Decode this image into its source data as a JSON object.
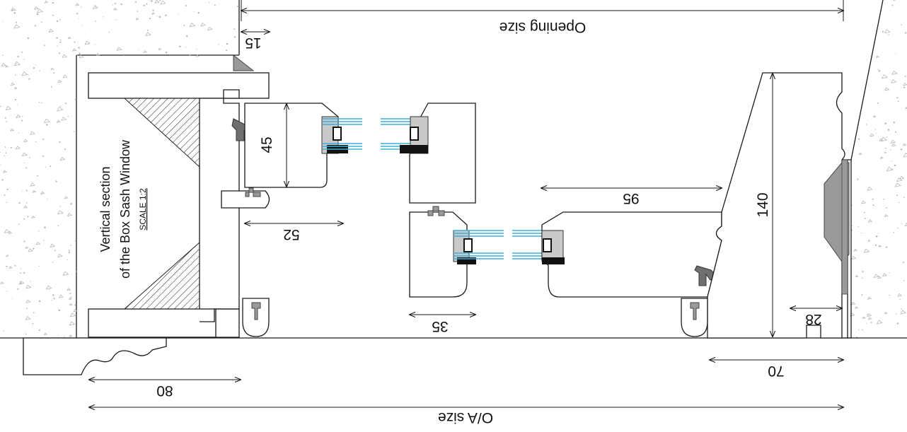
{
  "title": {
    "line1": "Vertical section",
    "line2": "of the Box Sash Window",
    "scale": "SCALE 1:2"
  },
  "dimensions": {
    "opening": "Opening size",
    "overall": "O/A size",
    "d15": "15",
    "d45": "45",
    "d52": "52",
    "d35": "35",
    "d95": "95",
    "d140": "140",
    "d28": "28",
    "d70": "70",
    "d80": "80"
  },
  "colors": {
    "glass": "#3ab0d8",
    "seal": "#9a9a9a",
    "masonry_dots": "#b8b8b8"
  }
}
